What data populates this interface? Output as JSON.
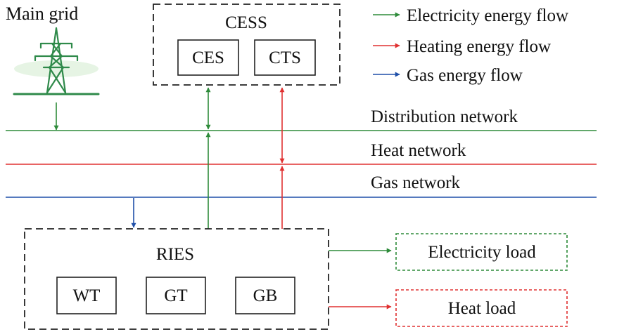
{
  "labels": {
    "main_grid": "Main grid",
    "cess": "CESS",
    "ces": "CES",
    "cts": "CTS",
    "ries": "RIES",
    "wt": "WT",
    "gt": "GT",
    "gb": "GB",
    "distribution_network": "Distribution network",
    "heat_network": "Heat network",
    "gas_network": "Gas network",
    "electricity_load": "Electricity load",
    "heat_load": "Heat load"
  },
  "legend": [
    {
      "label": "Electricity energy flow",
      "color": "#2e8b3a"
    },
    {
      "label": "Heating energy flow",
      "color": "#e03030"
    },
    {
      "label": "Gas energy flow",
      "color": "#1f4fa8"
    }
  ],
  "colors": {
    "electricity": "#2e8b3a",
    "heat": "#e03030",
    "gas": "#1f4fa8",
    "tower": "#2f8a4a"
  },
  "icons": {
    "main_grid": "transmission-tower-icon"
  }
}
